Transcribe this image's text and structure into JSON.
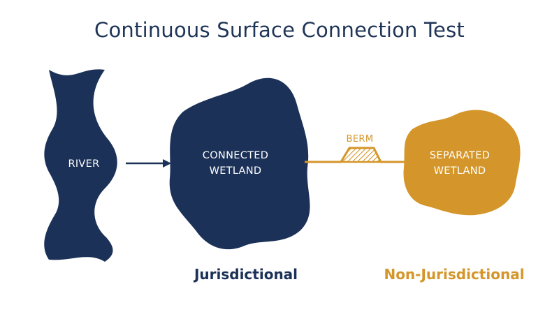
{
  "title": "Continuous Surface Connection Test",
  "colors": {
    "navy": "#1b3158",
    "gold": "#d4962a",
    "title": "#1f3557"
  },
  "nodes": {
    "river": {
      "label": "RIVER"
    },
    "connected_wetland": {
      "line1": "CONNECTED",
      "line2": "WETLAND"
    },
    "separated_wetland": {
      "line1": "SEPARATED",
      "line2": "WETLAND"
    }
  },
  "berm": {
    "label": "BERM"
  },
  "classifications": {
    "jurisdictional": "Jurisdictional",
    "non_jurisdictional": "Non-Jurisdictional"
  }
}
